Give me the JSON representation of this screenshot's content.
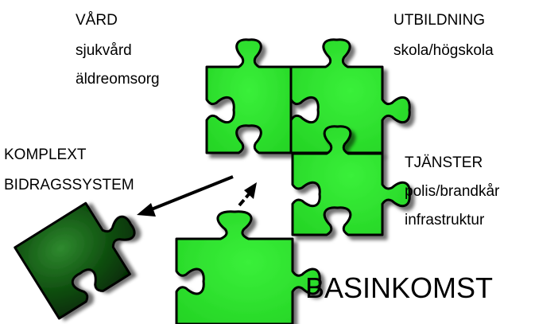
{
  "labels": {
    "vard": {
      "title": "VÅRD",
      "line1": "sjukvård",
      "line2": "äldreomsorg"
    },
    "utbildning": {
      "title": "UTBILDNING",
      "line1": "skola/högskola"
    },
    "komplext": {
      "title": "KOMPLEXT",
      "line1": "BIDRAGSSYSTEM"
    },
    "tjanster": {
      "title": "TJÄNSTER",
      "line1": "polis/brandkår",
      "line2": "infrastruktur"
    },
    "basinkomst": "BASINKOMST"
  },
  "colors": {
    "piece_fill": "#2ee52e",
    "piece_dark": "#0b4d0b",
    "outline": "#000000"
  }
}
